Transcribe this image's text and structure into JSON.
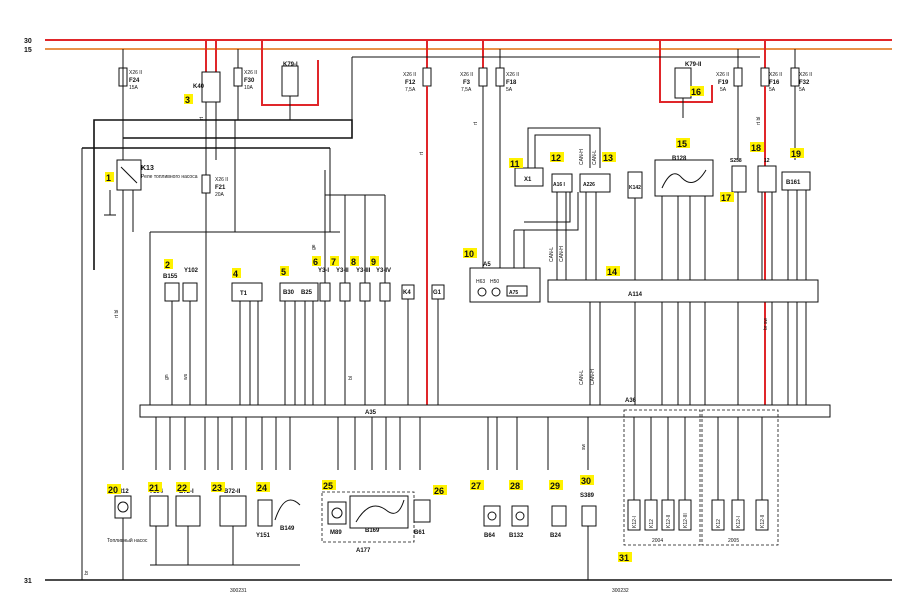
{
  "rails": {
    "r30": "30",
    "r15": "15",
    "r31": "31"
  },
  "colors": {
    "rail30": "#e0262a",
    "rail15": "#e8924a",
    "wire": "#111111",
    "callout": "#fff200"
  },
  "fuses": {
    "f24": {
      "code": "X26 II",
      "name": "F24",
      "rating": "15A"
    },
    "f30": {
      "code": "X26 II",
      "name": "F30",
      "rating": "10A"
    },
    "f21": {
      "code": "X26 II",
      "name": "F21",
      "rating": "20A"
    },
    "f12": {
      "code": "X26 II",
      "name": "F12",
      "rating": "7,5A"
    },
    "f3": {
      "code": "X26 II",
      "name": "F3",
      "rating": "7,5A"
    },
    "f18": {
      "code": "X26 II",
      "name": "F18",
      "rating": "5A"
    },
    "f19": {
      "code": "X26 II",
      "name": "F19",
      "rating": "5A"
    },
    "f16": {
      "code": "X26 II",
      "name": "F16",
      "rating": "5A"
    },
    "f32": {
      "code": "X26 II",
      "name": "F32",
      "rating": "5A"
    }
  },
  "relays": {
    "k40": "K40",
    "k79i": "K79-I",
    "k79ii": "K79-II",
    "k13": "K13",
    "k13_desc": "Реле топливного насоса"
  },
  "modules": {
    "a35": "A35",
    "a5": "A5",
    "a114": "A114",
    "a36": "A36",
    "a75": "A75",
    "a16": "A16 I",
    "a226": "A226",
    "x1": "X1",
    "k142": "K142",
    "b128": "B128",
    "s258": "S258",
    "x12": "12",
    "b161": "B161",
    "h63": "H63",
    "h50": "H50"
  },
  "sensors": {
    "b155": "B155",
    "y102": "Y102",
    "t1": "T1",
    "b30": "B30",
    "b25": "B25",
    "y3i": "Y3-I",
    "y3ii": "Y3-II",
    "y3iii": "Y3-III",
    "y3iv": "Y3-IV",
    "k4": "K4",
    "g1": "G1",
    "m12": "M12",
    "m12_desc": "Топливный насос",
    "y104": "Y104",
    "b72i": "B72-I",
    "b72ii": "B72-II",
    "b149": "B149",
    "y151": "Y151",
    "m89": "M89",
    "b169": "B169",
    "a177": "A177",
    "b61": "B61",
    "b64": "B64",
    "b132": "B132",
    "b24": "B24",
    "s389": "S389",
    "k12": "K12",
    "k12i": "K12-I",
    "k12ii": "K12-II",
    "k12iii": "K12-III",
    "year2004": "2004",
    "year2005": "2005",
    "gnd1": "300231",
    "gnd2": "300232"
  },
  "callouts": [
    "1",
    "2",
    "3",
    "4",
    "5",
    "6",
    "7",
    "8",
    "9",
    "10",
    "11",
    "12",
    "13",
    "14",
    "15",
    "16",
    "17",
    "18",
    "19",
    "20",
    "21",
    "22",
    "23",
    "24",
    "25",
    "26",
    "27",
    "28",
    "29",
    "30",
    "31"
  ],
  "wire_labels": {
    "rt": "rt",
    "rtbl": "rt bl",
    "sw": "sw",
    "ws": "ws",
    "gn": "gn",
    "br": "br",
    "bl": "bl",
    "ge": "ge",
    "brsw": "br sw",
    "canl": "CAN-L",
    "canh": "CAN-H"
  }
}
